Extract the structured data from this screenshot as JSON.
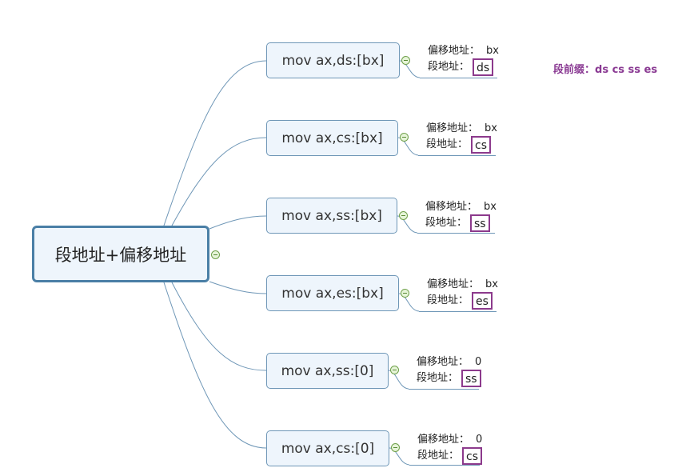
{
  "root": {
    "label": "段地址+偏移地址"
  },
  "branches": [
    {
      "instruction": "mov ax,ds:[bx]",
      "offset_label": "偏移地址：",
      "offset_value": "bx",
      "segment_label": "段地址：",
      "segment_value": "ds"
    },
    {
      "instruction": "mov ax,cs:[bx]",
      "offset_label": "偏移地址：",
      "offset_value": "bx",
      "segment_label": "段地址：",
      "segment_value": "cs"
    },
    {
      "instruction": "mov ax,ss:[bx]",
      "offset_label": "偏移地址：",
      "offset_value": "bx",
      "segment_label": "段地址：",
      "segment_value": "ss"
    },
    {
      "instruction": "mov ax,es:[bx]",
      "offset_label": "偏移地址：",
      "offset_value": "bx",
      "segment_label": "段地址：",
      "segment_value": "es"
    },
    {
      "instruction": "mov ax,ss:[0]",
      "offset_label": "偏移地址：",
      "offset_value": "0",
      "segment_label": "段地址：",
      "segment_value": "ss"
    },
    {
      "instruction": "mov ax,cs:[0]",
      "offset_label": "偏移地址：",
      "offset_value": "0",
      "segment_label": "段地址：",
      "segment_value": "cs"
    }
  ],
  "note": {
    "label": "段前缀：",
    "value": "ds cs ss es"
  },
  "colors": {
    "connector": "#6f97b7",
    "node_fill": "#eef5fc",
    "root_border": "#4a7fa6",
    "highlight_box": "#8c3a8c",
    "note_text": "#8a3a93",
    "toggle": "#6fa04a"
  }
}
